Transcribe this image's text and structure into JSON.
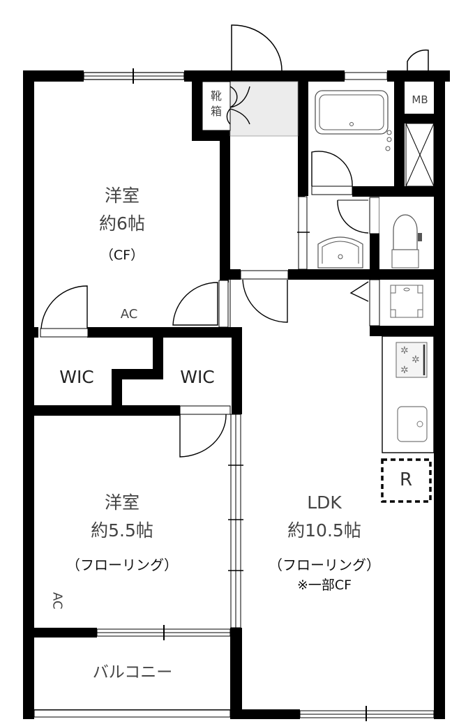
{
  "rooms": {
    "western_room_1": {
      "name": "洋室",
      "size": "約6帖",
      "floor": "（CF）",
      "ac": "AC"
    },
    "wic_left": {
      "name": "WIC"
    },
    "wic_right": {
      "name": "WIC"
    },
    "western_room_2": {
      "name": "洋室",
      "size": "約5.5帖",
      "floor": "（フローリング）",
      "ac": "AC"
    },
    "ldk": {
      "name": "LDK",
      "size": "約10.5帖",
      "floor": "（フローリング）",
      "note": "※一部CF"
    },
    "balcony": {
      "name": "バルコニー"
    },
    "shoe_box": {
      "name": "靴\n箱",
      "line1": "靴",
      "line2": "箱"
    },
    "meter_box": {
      "name": "MB"
    },
    "refrigerator": {
      "name": "R"
    }
  },
  "fixtures": [
    "bathtub-icon",
    "washbasin-icon",
    "toilet-icon",
    "washing-machine-pan-icon",
    "stove-icon",
    "kitchen-sink-icon",
    "refrigerator-space-icon",
    "pipe-shaft-icon"
  ],
  "colors": {
    "wall": "#000000",
    "text": "#444444",
    "entrance_tile": "#e8e8e8"
  }
}
